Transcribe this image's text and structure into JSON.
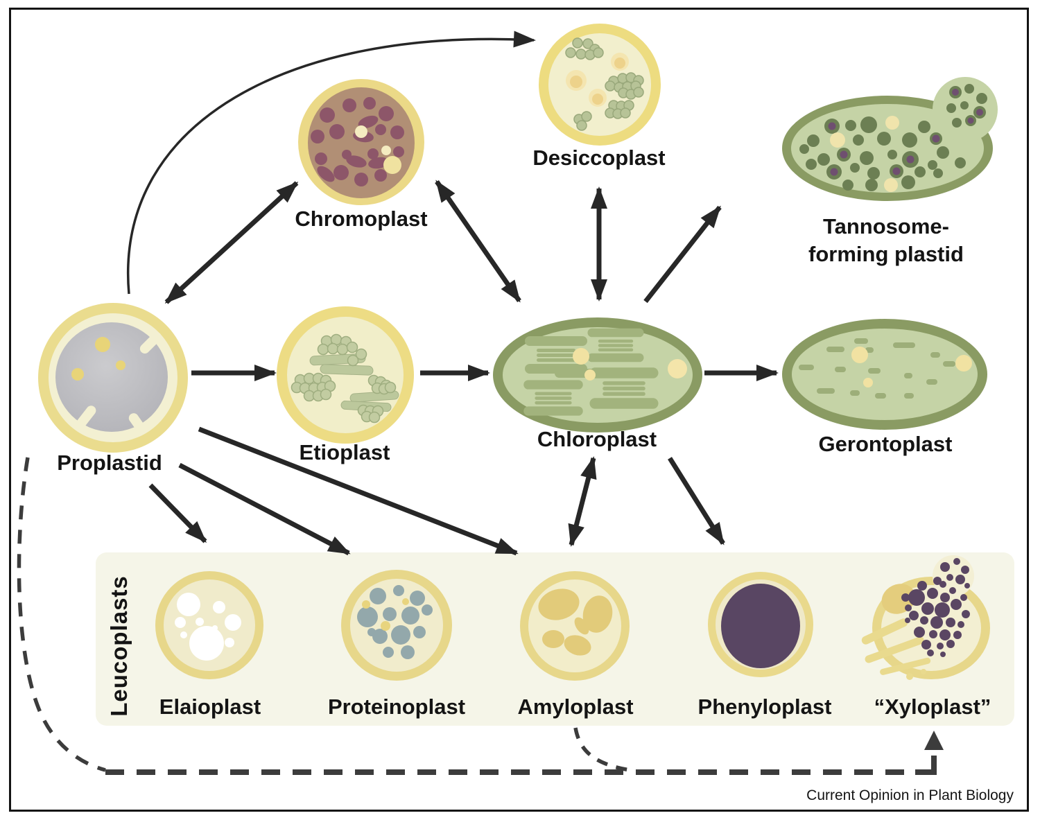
{
  "group_label": "Leucoplasts",
  "credit": "Current Opinion in Plant Biology",
  "nodes": {
    "proplastid": {
      "label": "Proplastid"
    },
    "chromoplast": {
      "label": "Chromoplast"
    },
    "desiccoplast": {
      "label": "Desiccoplast"
    },
    "tannosome": {
      "label": "Tannosome-forming plastid",
      "label_line1": "Tannosome-",
      "label_line2": "forming plastid"
    },
    "etioplast": {
      "label": "Etioplast"
    },
    "chloroplast": {
      "label": "Chloroplast"
    },
    "gerontoplast": {
      "label": "Gerontoplast"
    },
    "elaioplast": {
      "label": "Elaioplast"
    },
    "proteinoplast": {
      "label": "Proteinoplast"
    },
    "amyloplast": {
      "label": "Amyloplast"
    },
    "phenyloplast": {
      "label": "Phenyloplast"
    },
    "xyloplast": {
      "label": "“Xyloplast”"
    }
  },
  "edges": [
    {
      "from": "Proplastid",
      "to": "Etioplast",
      "style": "solid",
      "direction": "one-way"
    },
    {
      "from": "Etioplast",
      "to": "Chloroplast",
      "style": "solid",
      "direction": "one-way"
    },
    {
      "from": "Chloroplast",
      "to": "Gerontoplast",
      "style": "solid",
      "direction": "one-way"
    },
    {
      "from": "Proplastid",
      "to": "Chromoplast",
      "style": "solid",
      "direction": "two-way"
    },
    {
      "from": "Chromoplast",
      "to": "Chloroplast",
      "style": "solid",
      "direction": "two-way"
    },
    {
      "from": "Desiccoplast",
      "to": "Chloroplast",
      "style": "solid",
      "direction": "two-way"
    },
    {
      "from": "Chloroplast",
      "to": "Tannosome-forming plastid",
      "style": "solid",
      "direction": "one-way"
    },
    {
      "from": "Proplastid",
      "to": "Desiccoplast",
      "style": "thin-curved",
      "direction": "one-way"
    },
    {
      "from": "Proplastid",
      "to": "Elaioplast",
      "style": "solid",
      "direction": "one-way"
    },
    {
      "from": "Proplastid",
      "to": "Proteinoplast",
      "style": "solid",
      "direction": "one-way"
    },
    {
      "from": "Proplastid",
      "to": "Amyloplast",
      "style": "solid",
      "direction": "one-way"
    },
    {
      "from": "Chloroplast",
      "to": "Amyloplast",
      "style": "solid",
      "direction": "two-way"
    },
    {
      "from": "Chloroplast",
      "to": "Phenyloplast",
      "style": "solid",
      "direction": "one-way"
    },
    {
      "from": "Proplastid",
      "to": "Xyloplast",
      "style": "dashed",
      "direction": "one-way"
    },
    {
      "from": "Amyloplast",
      "to": "Xyloplast",
      "style": "dashed",
      "direction": "one-way"
    }
  ],
  "colors": {
    "membrane_yellow": "#E9DA8C",
    "stroma_cream": "#F2EFCD",
    "plastid_green_border": "#8A9B63",
    "plastid_green_fill": "#C5D3A6",
    "grana_green": "#A2B37D",
    "tannin_purple": "#5A4663",
    "chromoplast_tan": "#B18F75",
    "chromoplast_spot": "#8D5669",
    "proteinoplast_blue_gray": "#93A8AB",
    "starch_yellow": "#E2CB7A",
    "leucoplast_box_bg": "#F5F5E8",
    "arrow_black": "#272727",
    "dashed_gray": "#3C3C3C"
  }
}
